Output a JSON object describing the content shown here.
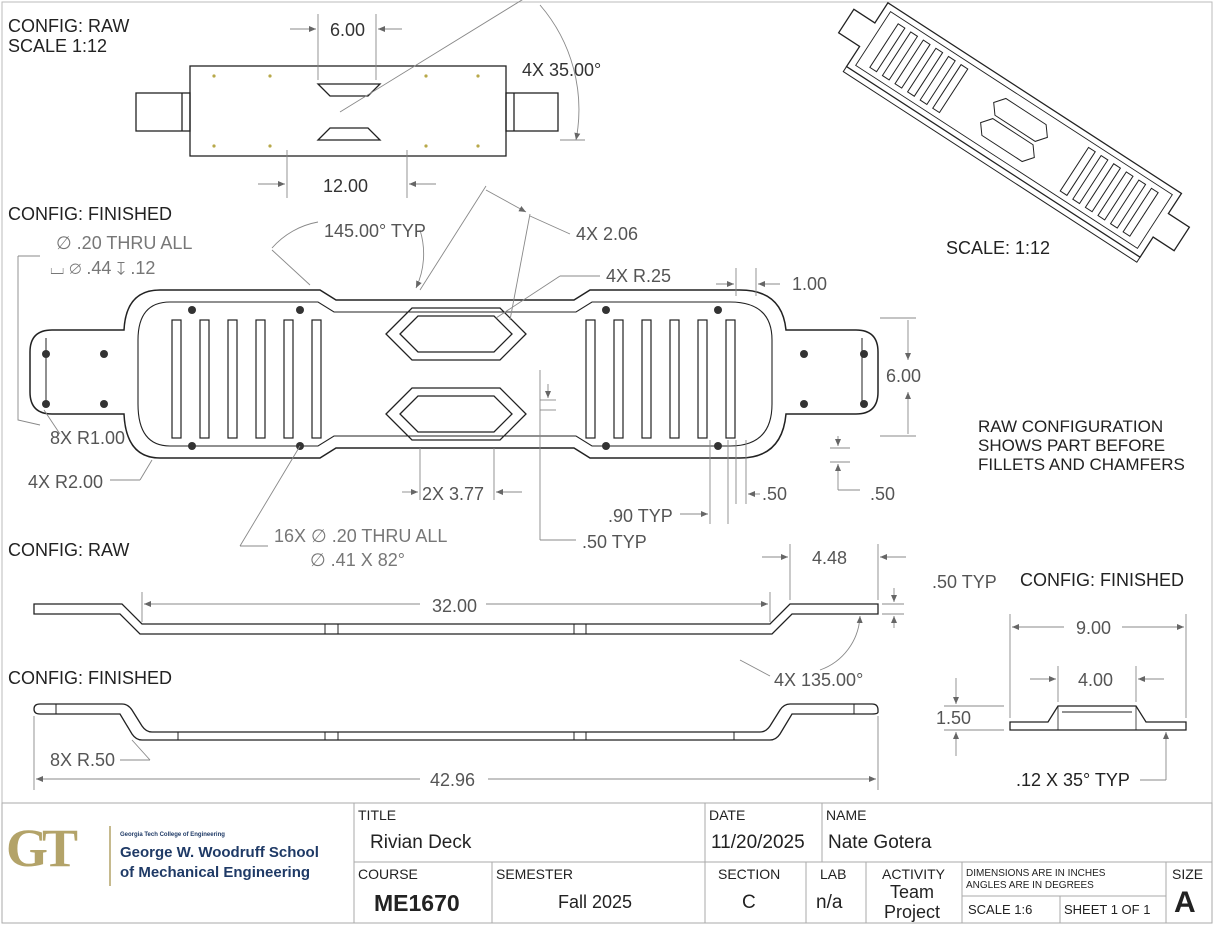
{
  "views": {
    "raw_top_config": "CONFIG: RAW",
    "raw_top_scale": "SCALE 1:12",
    "finished_top_config": "CONFIG: FINISHED",
    "raw_side_config": "CONFIG: RAW",
    "finished_side_config": "CONFIG: FINISHED",
    "end_view_config": "CONFIG: FINISHED",
    "iso_scale": "SCALE: 1:12"
  },
  "note": [
    "RAW CONFIGURATION",
    "SHOWS PART BEFORE",
    "FILLETS AND CHAMFERS"
  ],
  "dims": {
    "d600_top": "6.00",
    "d4x3500": "4X 35.00°",
    "d1200": "12.00",
    "hole1": "∅ .20 THRU ALL",
    "hole2": "⌴ ∅ .44 ↧ .12",
    "d14500": "145.00° TYP",
    "d4x206": "4X 2.06",
    "d4xr25": "4X R.25",
    "d100": "1.00",
    "d600_right": "6.00",
    "d8xr100": "8X R1.00",
    "d4xr200": "4X R2.00",
    "d2x377": "2X 3.77",
    "d50a": ".50",
    "d50b": ".50",
    "d90typ": ".90 TYP",
    "d50typ": ".50 TYP",
    "csk1": "16X ∅ .20 THRU ALL",
    "csk2": "∅ .41 X 82°",
    "d448": "4.48",
    "d50typ_side": ".50 TYP",
    "d3200": "32.00",
    "d4x13500": "4X 135.00°",
    "d8xr50": "8X R.50",
    "d4296": "42.96",
    "d900": "9.00",
    "d400": "4.00",
    "d150": "1.50",
    "chamfer": ".12 X 35° TYP"
  },
  "title_block": {
    "logo": "GT",
    "school_small": "Georgia Tech College of Engineering",
    "school_line1": "George W. Woodruff School",
    "school_line2": "of Mechanical Engineering",
    "title_label": "TITLE",
    "title_value": "Rivian Deck",
    "date_label": "DATE",
    "date_value": "11/20/2025",
    "name_label": "NAME",
    "name_value": "Nate Gotera",
    "course_label": "COURSE",
    "course_value": "ME1670",
    "semester_label": "SEMESTER",
    "semester_value": "Fall 2025",
    "section_label": "SECTION",
    "section_value": "C",
    "lab_label": "LAB",
    "lab_value": "n/a",
    "activity_label": "ACTIVITY",
    "activity_value1": "Team",
    "activity_value2": "Project",
    "units1": "DIMENSIONS ARE IN INCHES",
    "units2": "ANGLES ARE IN DEGREES",
    "scale": "SCALE 1:6",
    "sheet": "SHEET 1 OF 1",
    "size_label": "SIZE",
    "size_value": "A"
  },
  "colors": {
    "line": "#1a1a1a",
    "dim": "#777777",
    "gt_gold": "#b3a369",
    "gt_navy": "#1f3a66"
  }
}
